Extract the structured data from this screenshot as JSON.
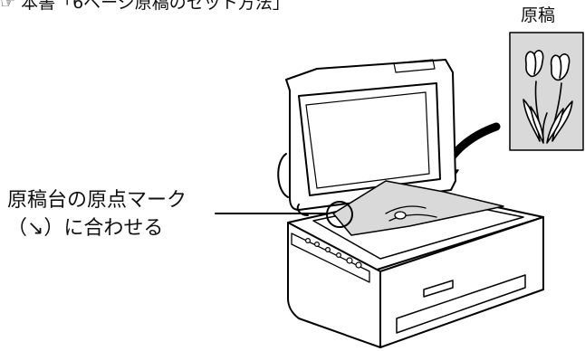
{
  "header": {
    "text": "☞ 本書「6ページ原稿のセット方法」"
  },
  "original_caption": "原稿",
  "callout": {
    "line1": "原稿台の原点マーク",
    "line2": "（↘）に合わせる"
  },
  "colors": {
    "line": "#000000",
    "paper_fill": "#d9d9d9",
    "scanner_fill": "#ffffff"
  },
  "icons": [
    "tulip-illustration",
    "curved-arrow-icon",
    "origin-mark-circle"
  ]
}
